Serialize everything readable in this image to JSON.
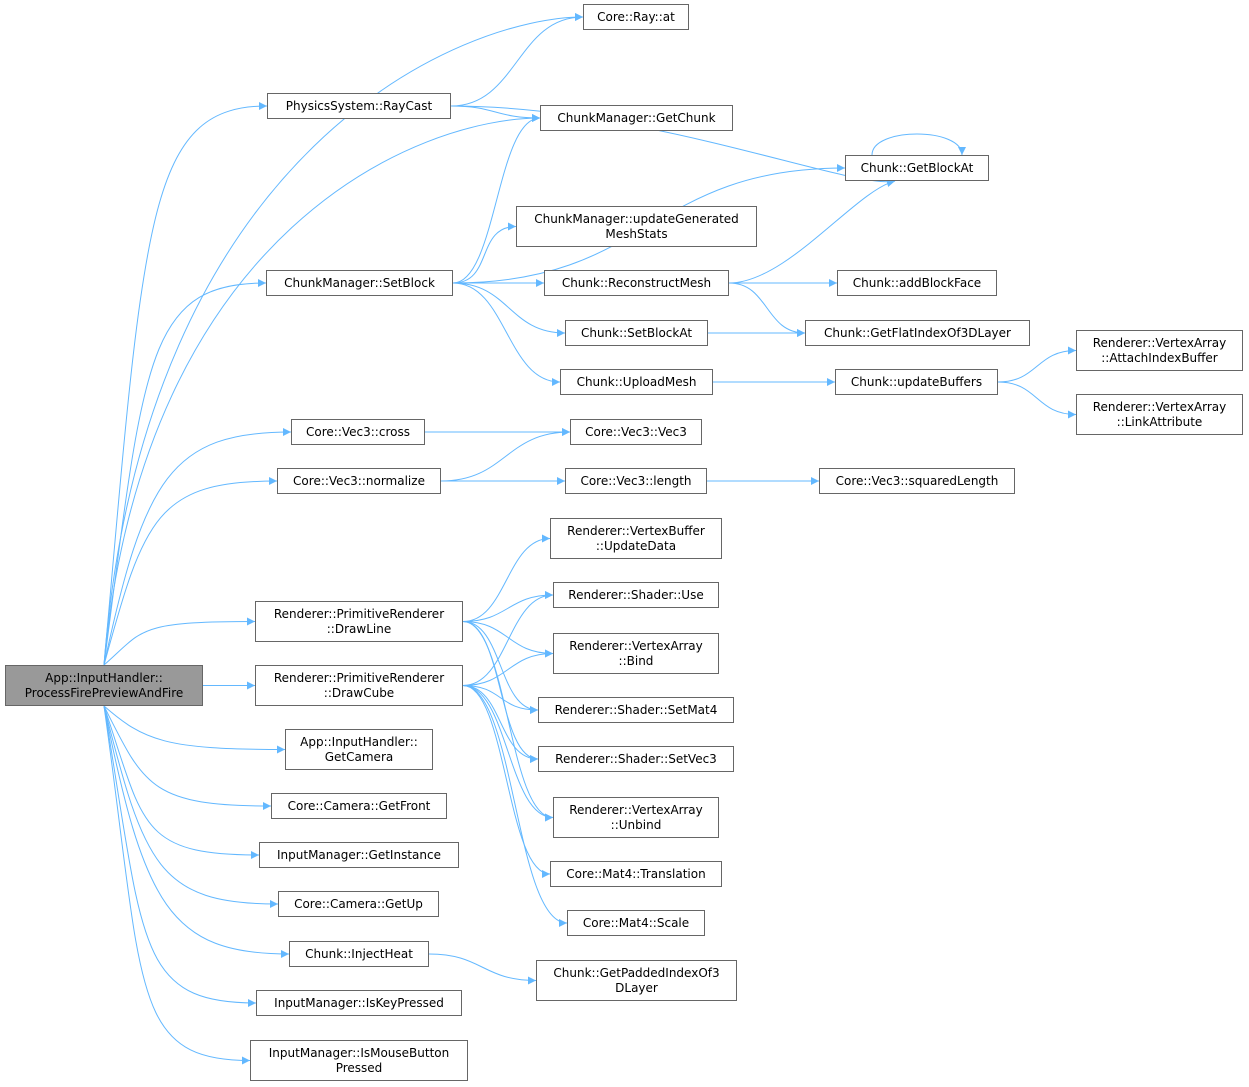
{
  "graph": {
    "edge_color": "#63b8ff",
    "root_fill": "#999999",
    "nodes": {
      "root": "App::InputHandler::\nProcessFirePreviewAndFire",
      "rayat": "Core::Ray::at",
      "raycast": "PhysicsSystem::RayCast",
      "getchunk": "ChunkManager::GetChunk",
      "getblockat": "Chunk::GetBlockAt",
      "updstats": "ChunkManager::updateGenerated\nMeshStats",
      "setblock": "ChunkManager::SetBlock",
      "reconstruct": "Chunk::ReconstructMesh",
      "addface": "Chunk::addBlockFace",
      "setblockat": "Chunk::SetBlockAt",
      "flatidx": "Chunk::GetFlatIndexOf3DLayer",
      "attachidx": "Renderer::VertexArray\n::AttachIndexBuffer",
      "upload": "Chunk::UploadMesh",
      "updbuffers": "Chunk::updateBuffers",
      "linkattr": "Renderer::VertexArray\n::LinkAttribute",
      "cross": "Core::Vec3::cross",
      "vec3": "Core::Vec3::Vec3",
      "normalize": "Core::Vec3::normalize",
      "length": "Core::Vec3::length",
      "sqlen": "Core::Vec3::squaredLength",
      "vbupdate": "Renderer::VertexBuffer\n::UpdateData",
      "drawline": "Renderer::PrimitiveRenderer\n::DrawLine",
      "shuse": "Renderer::Shader::Use",
      "vabind": "Renderer::VertexArray\n::Bind",
      "drawcube": "Renderer::PrimitiveRenderer\n::DrawCube",
      "setmat4": "Renderer::Shader::SetMat4",
      "getcamera": "App::InputHandler::\nGetCamera",
      "setvec3": "Renderer::Shader::SetVec3",
      "getfront": "Core::Camera::GetFront",
      "vaunbind": "Renderer::VertexArray\n::Unbind",
      "getinstance": "InputManager::GetInstance",
      "translation": "Core::Mat4::Translation",
      "getup": "Core::Camera::GetUp",
      "scale": "Core::Mat4::Scale",
      "injectheat": "Chunk::InjectHeat",
      "paddedidx": "Chunk::GetPaddedIndexOf3\nDLayer",
      "keypressed": "InputManager::IsKeyPressed",
      "mousepressed": "InputManager::IsMouseButton\nPressed"
    },
    "edges": [
      [
        "root",
        "rayat"
      ],
      [
        "root",
        "raycast"
      ],
      [
        "root",
        "getchunk"
      ],
      [
        "root",
        "setblock"
      ],
      [
        "root",
        "cross"
      ],
      [
        "root",
        "normalize"
      ],
      [
        "root",
        "drawline"
      ],
      [
        "root",
        "drawcube"
      ],
      [
        "root",
        "getcamera"
      ],
      [
        "root",
        "getfront"
      ],
      [
        "root",
        "getinstance"
      ],
      [
        "root",
        "getup"
      ],
      [
        "root",
        "injectheat"
      ],
      [
        "root",
        "keypressed"
      ],
      [
        "root",
        "mousepressed"
      ],
      [
        "raycast",
        "rayat"
      ],
      [
        "raycast",
        "getchunk"
      ],
      [
        "raycast",
        "getblockat"
      ],
      [
        "getblockat",
        "getblockat"
      ],
      [
        "setblock",
        "getchunk"
      ],
      [
        "setblock",
        "getblockat"
      ],
      [
        "setblock",
        "updstats"
      ],
      [
        "setblock",
        "reconstruct"
      ],
      [
        "setblock",
        "setblockat"
      ],
      [
        "setblock",
        "upload"
      ],
      [
        "reconstruct",
        "getblockat"
      ],
      [
        "reconstruct",
        "addface"
      ],
      [
        "reconstruct",
        "flatidx"
      ],
      [
        "setblockat",
        "flatidx"
      ],
      [
        "upload",
        "updbuffers"
      ],
      [
        "updbuffers",
        "attachidx"
      ],
      [
        "updbuffers",
        "linkattr"
      ],
      [
        "cross",
        "vec3"
      ],
      [
        "normalize",
        "vec3"
      ],
      [
        "normalize",
        "length"
      ],
      [
        "length",
        "sqlen"
      ],
      [
        "drawline",
        "vbupdate"
      ],
      [
        "drawline",
        "shuse"
      ],
      [
        "drawline",
        "vabind"
      ],
      [
        "drawline",
        "setmat4"
      ],
      [
        "drawline",
        "setvec3"
      ],
      [
        "drawline",
        "vaunbind"
      ],
      [
        "drawcube",
        "shuse"
      ],
      [
        "drawcube",
        "vabind"
      ],
      [
        "drawcube",
        "setmat4"
      ],
      [
        "drawcube",
        "setvec3"
      ],
      [
        "drawcube",
        "vaunbind"
      ],
      [
        "drawcube",
        "translation"
      ],
      [
        "drawcube",
        "scale"
      ],
      [
        "injectheat",
        "paddedidx"
      ]
    ]
  }
}
